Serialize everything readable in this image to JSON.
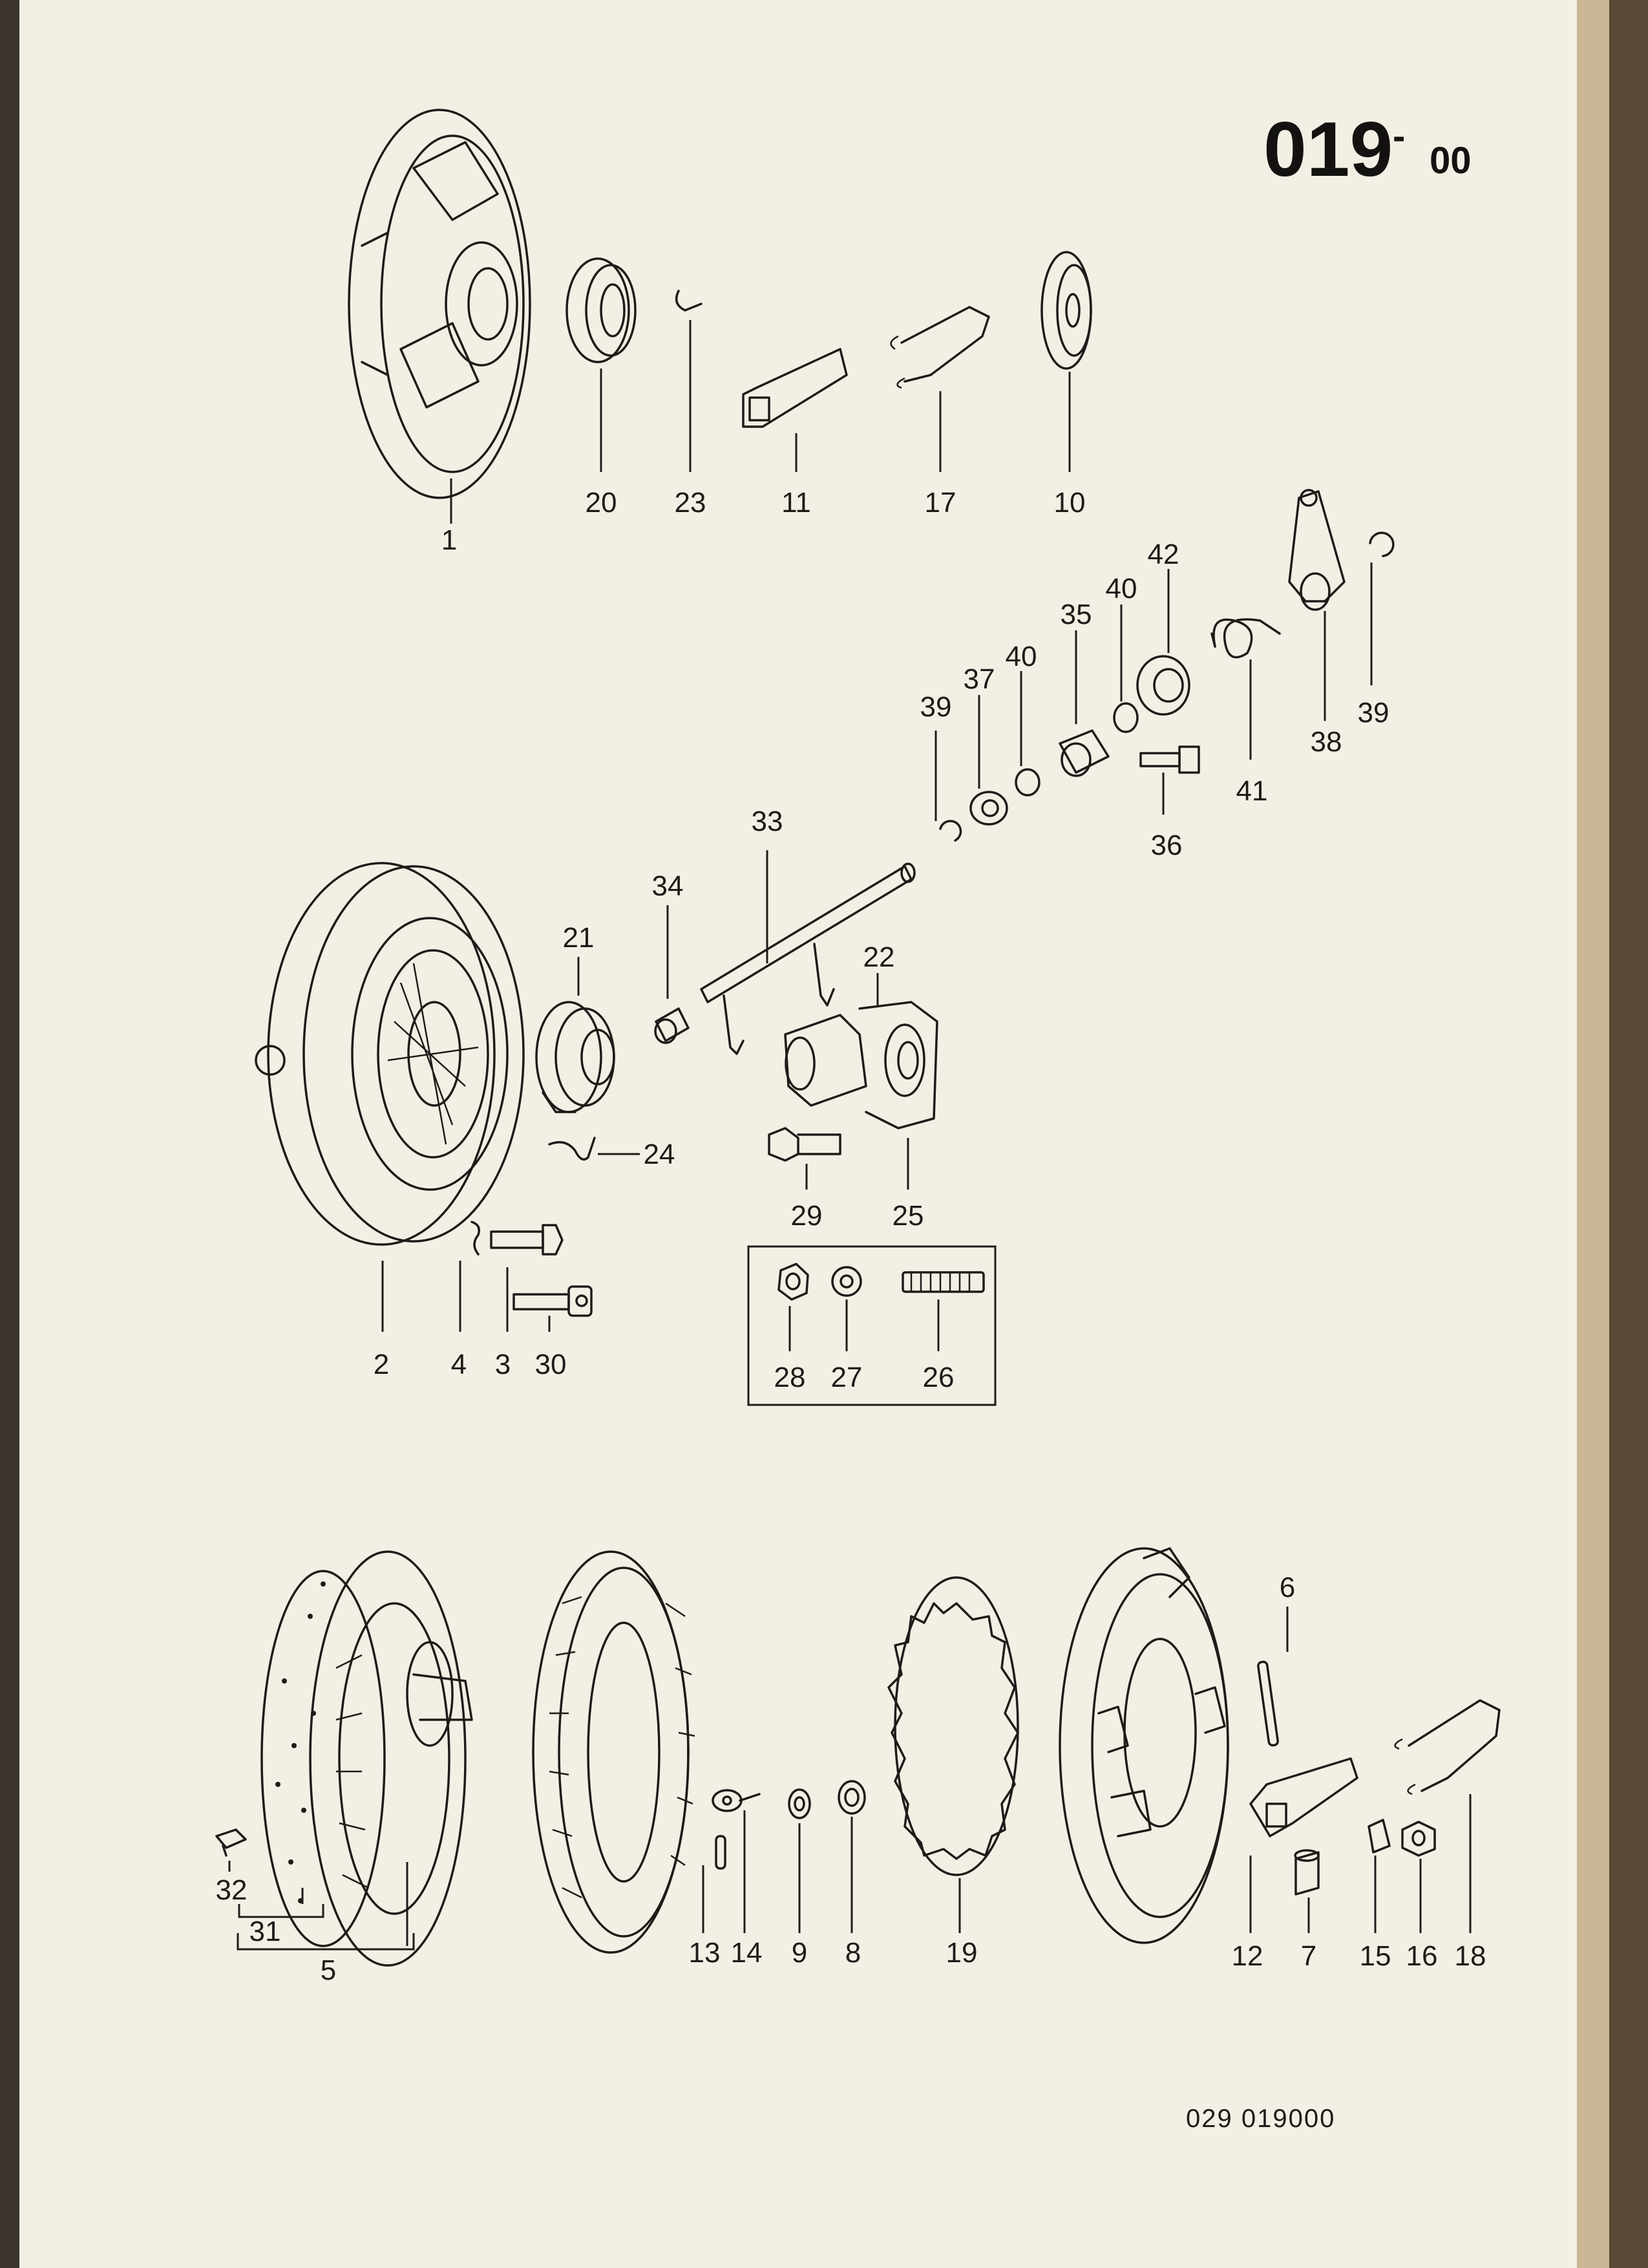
{
  "header": {
    "page_code": "019",
    "page_code_dash": "-",
    "page_code_suffix": "00"
  },
  "footer": {
    "reference": "029 019000"
  },
  "callouts": {
    "c1": "1",
    "c20": "20",
    "c23": "23",
    "c11": "11",
    "c17": "17",
    "c10": "10",
    "c42": "42",
    "c40a": "40",
    "c35": "35",
    "c40b": "40",
    "c37": "37",
    "c39a": "39",
    "c38": "38",
    "c39b": "39",
    "c41": "41",
    "c36": "36",
    "c33": "33",
    "c34": "34",
    "c21": "21",
    "c22": "22",
    "c24": "24",
    "c29": "29",
    "c25": "25",
    "c2": "2",
    "c4": "4",
    "c3": "3",
    "c30": "30",
    "c28": "28",
    "c27": "27",
    "c26": "26",
    "c6": "6",
    "c32": "32",
    "c31": "31",
    "c5": "5",
    "c13": "13",
    "c14": "14",
    "c9": "9",
    "c8": "8",
    "c19": "19",
    "c12": "12",
    "c7": "7",
    "c15": "15",
    "c16": "16",
    "c18": "18"
  },
  "colors": {
    "paper": "#f4efe4",
    "ink": "#1e1c1a",
    "binding_shadow": "#2a2520"
  }
}
